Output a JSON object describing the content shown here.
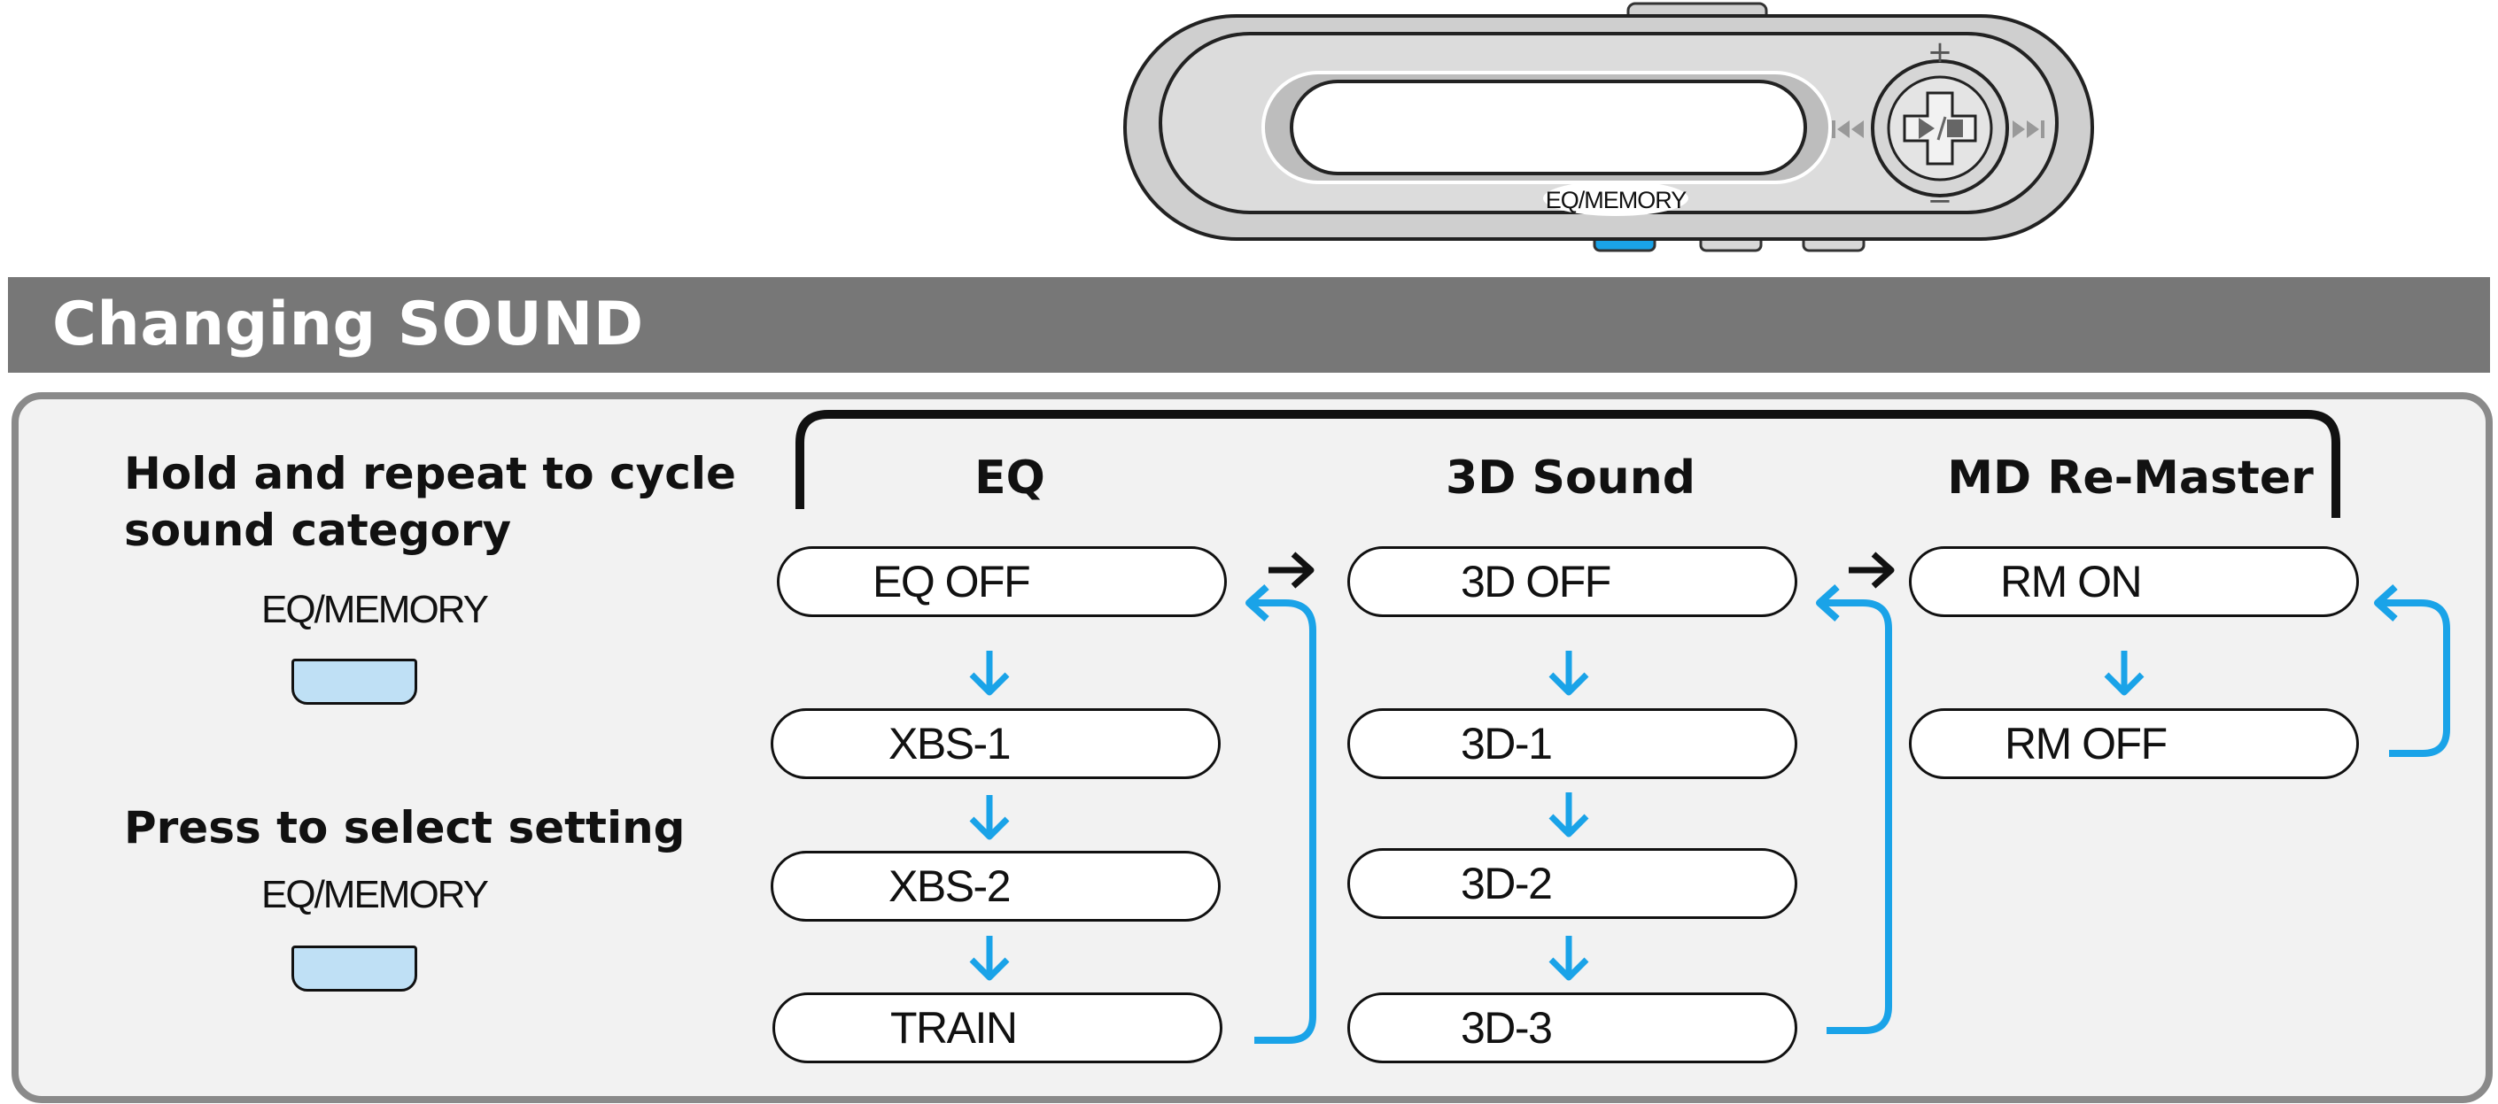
{
  "device": {
    "button_label": "EQ/MEMORY",
    "plus_label": "+",
    "minus_label": "−",
    "play_icon": "play-stop-icon",
    "prev_icon": "skip-back-icon",
    "next_icon": "skip-forward-icon"
  },
  "header": {
    "title": "Changing SOUND"
  },
  "instructions": {
    "hold_line1": "Hold and repeat to cycle",
    "hold_line2": "sound category",
    "hold_button": "EQ/MEMORY",
    "press_text": "Press to select setting",
    "press_button": "EQ/MEMORY"
  },
  "columns": [
    {
      "title": "EQ",
      "settings": [
        "EQ OFF",
        "XBS-1",
        "XBS-2",
        "TRAIN"
      ]
    },
    {
      "title": "3D Sound",
      "settings": [
        "3D OFF",
        "3D-1",
        "3D-2",
        "3D-3"
      ]
    },
    {
      "title": "MD Re-Master",
      "settings": [
        "RM ON",
        "RM OFF"
      ]
    }
  ],
  "colors": {
    "accent": "#1aa3e8",
    "header": "#777777",
    "panel": "#f2f2f2",
    "button_fill": "#bfe0f5"
  }
}
